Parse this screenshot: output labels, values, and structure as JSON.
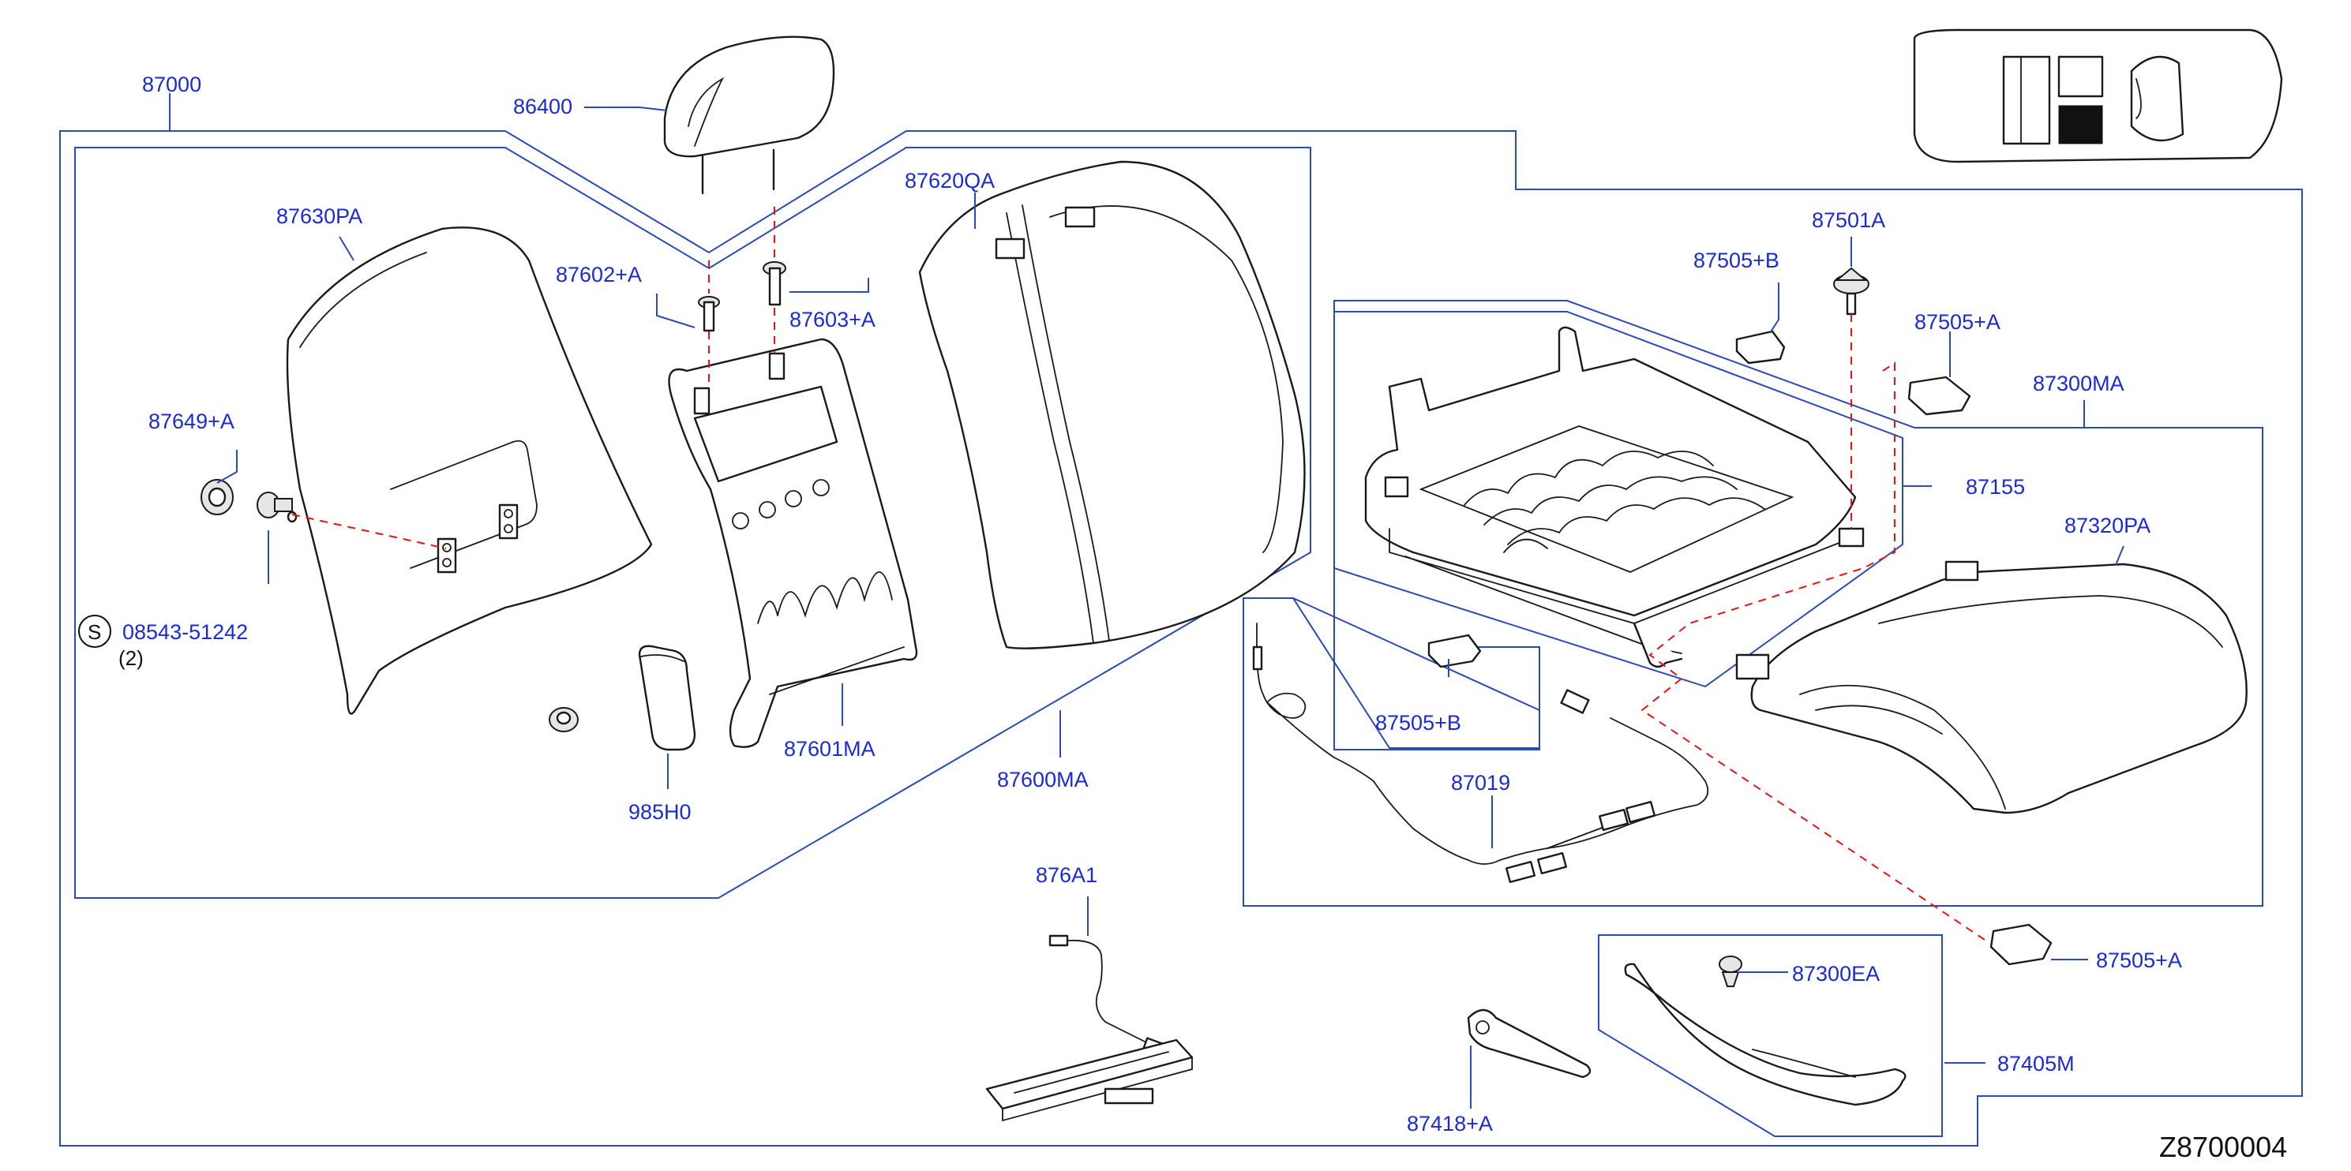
{
  "diagram_id": "Z8700004",
  "labels": {
    "p87000": "87000",
    "p86400": "86400",
    "p87630PA": "87630PA",
    "p87620QA": "87620QA",
    "p87602A": "87602+A",
    "p87603A": "87603+A",
    "p87649A": "87649+A",
    "p08543": "08543-51242",
    "screw_symbol": "S",
    "qty": "(2)",
    "p985H0": "985H0",
    "p87601MA": "87601MA",
    "p87600MA": "87600MA",
    "p87501A": "87501A",
    "p87505B_top": "87505+B",
    "p87505A_top": "87505+A",
    "p87300MA": "87300MA",
    "p87155": "87155",
    "p87320PA": "87320PA",
    "p87505B_mid": "87505+B",
    "p87019": "87019",
    "p876A1": "876A1",
    "p87300EA": "87300EA",
    "p87505A_bot": "87505+A",
    "p87405M": "87405M",
    "p87418A": "87418+A"
  },
  "colors": {
    "label": "#1a2bd6",
    "frame": "#2a4ab8",
    "leader_dashed": "#e11111",
    "line_art": "#1a1a1a"
  }
}
